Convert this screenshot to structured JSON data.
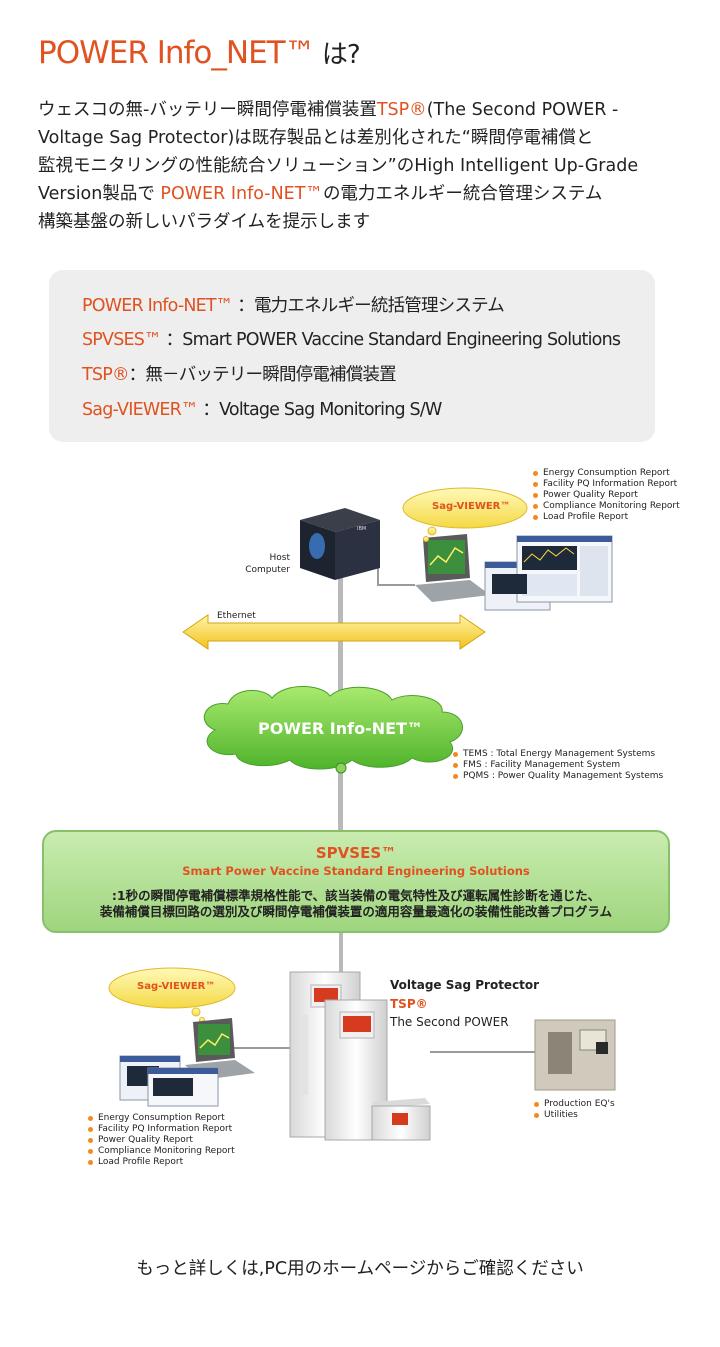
{
  "title": {
    "brand": "POWER Info_NET™",
    "suffix": " は?"
  },
  "intro": {
    "line1_a": "ウェスコの無-バッテリー瞬間停電補償装置",
    "line1_tsp": "TSP®",
    "line1_b": "(The Second POWER -",
    "line2": " Voltage Sag Protector)は既存製品とは差別化された“瞬間停電補償と",
    "line3": "監視モニタリングの性能統合ソリューション”のHigh Intelligent Up-Grade",
    "line4_a": "Version製品で ",
    "line4_brand": "POWER Info-NET™",
    "line4_b": "の電力エネルギー統合管理システム",
    "line5": "構築基盤の新しいパラダイムを提示します"
  },
  "definitions": [
    {
      "term": "POWER Info-NET™",
      "desc": " ：電力エネルギー統括管理システム"
    },
    {
      "term": "SPVSES™",
      "desc": " ：Smart POWER Vaccine Standard Engineering Solutions"
    },
    {
      "term": "TSP®",
      "desc": "：無－バッテリー瞬間停電補償装置"
    },
    {
      "term": "Sag-VIEWER™",
      "desc": " ：Voltage Sag Monitoring S/W"
    }
  ],
  "diagram": {
    "top_reports": [
      "Energy Consumption Report",
      "Facility PQ Information Report",
      "Power Quality Report",
      "Compliance Monitoring Report",
      "Load Profile Report"
    ],
    "sag_viewer": "Sag-VIEWER™",
    "host_computer": "Host\nComputer",
    "server_brand": "IBM",
    "ethernet": "Ethernet",
    "cloud_label": "POWER Info-NET™",
    "systems": [
      "TEMS : Total Energy Management Systems",
      "FMS : Facility Management System",
      "PQMS : Power Quality Management Systems"
    ],
    "spvses_title": "SPVSES™",
    "spvses_sub": "Smart Power Vaccine Standard Engineering Solutions",
    "spvses_desc_1": ":1秒の瞬間停電補償標準規格性能で、該当装備の電気特性及び運転属性診断を通じた、",
    "spvses_desc_2": "装備補償目標回路の選別及び瞬間停電補償装置の適用容量最適化の装備性能改善プログラム",
    "bottom_sag_viewer": "Sag-VIEWER™",
    "bottom_reports": [
      "Energy Consumption Report",
      "Facility PQ Information Report",
      "Power Quality Report",
      "Compliance Monitoring Report",
      "Load Profile Report"
    ],
    "vsp_label": "Voltage Sag Protector",
    "tsp_label": "TSP®",
    "second_power_label": "The Second POWER",
    "production": [
      "Production EQ's",
      "Utilities"
    ]
  },
  "footer": "もっと詳しくは,PC用のホームページからご確認ください",
  "colors": {
    "accent": "#e0521f",
    "arrow": "#f5d33a",
    "cloud": "#7fd14a",
    "panel": "#eeeeee"
  }
}
